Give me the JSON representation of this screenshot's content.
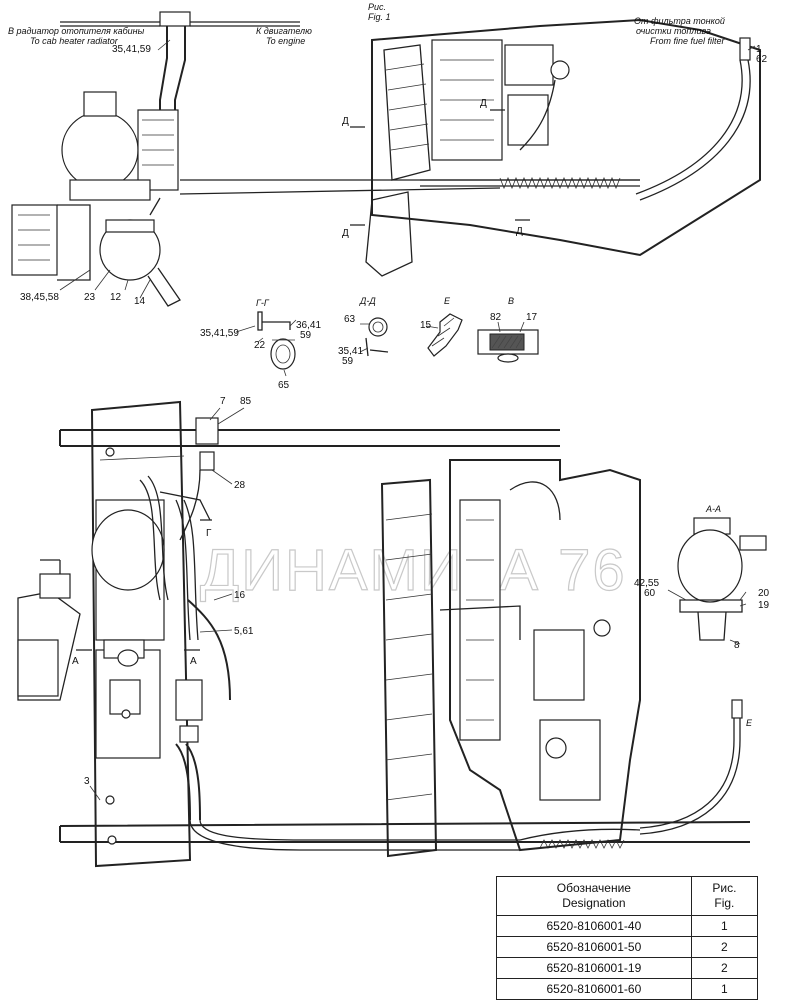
{
  "figure": {
    "caption_ru": "Рис.",
    "caption_en": "Fig. 1"
  },
  "callouts_top": {
    "to_cab_heater_ru": "В радиатор отопителя кабины",
    "to_cab_heater_en": "To cab heater radiator",
    "to_engine_ru": "К двигателю",
    "to_engine_en": "To engine",
    "from_filter_ru_1": "От фильтра тонкой",
    "from_filter_ru_2": "очистки топлива",
    "from_filter_en": "From fine fuel filter"
  },
  "part_numbers": {
    "p_35_41_59_top": "35,41,59",
    "p_1": "1",
    "p_62": "62",
    "p_38_45_58": "38,45,58",
    "p_23": "23",
    "p_12": "12",
    "p_14": "14",
    "p_35_41_59_g": "35,41,59",
    "p_22": "22",
    "p_36_41": "36,41",
    "p_59": "59",
    "p_65": "65",
    "p_63": "63",
    "p_35_41_d": "35,41",
    "p_59_d": "59",
    "p_15": "15",
    "p_82": "82",
    "p_17": "17",
    "p_7": "7",
    "p_85": "85",
    "p_28": "28",
    "p_16": "16",
    "p_5_61": "5,61",
    "p_3": "3",
    "p_42_55": "42,55",
    "p_60": "60",
    "p_20": "20",
    "p_19": "19",
    "p_8": "8"
  },
  "section_marks": {
    "d1": "Д",
    "d2": "Д",
    "d3": "Д",
    "d4": "Д",
    "g1": "Г",
    "a1": "А",
    "a2": "А",
    "e1": "Е"
  },
  "views": {
    "g_g": "Г-Г",
    "d_d": "Д-Д",
    "e": "Е",
    "b": "В",
    "a_a": "А-А"
  },
  "watermark": "ДИНАМИКА 76",
  "table": {
    "header_designation_ru": "Обозначение",
    "header_designation_en": "Designation",
    "header_fig_ru": "Рис.",
    "header_fig_en": "Fig.",
    "rows": [
      {
        "designation": "6520-8106001-40",
        "fig": "1"
      },
      {
        "designation": "6520-8106001-50",
        "fig": "2"
      },
      {
        "designation": "6520-8106001-19",
        "fig": "2"
      },
      {
        "designation": "6520-8106001-60",
        "fig": "1"
      }
    ]
  }
}
